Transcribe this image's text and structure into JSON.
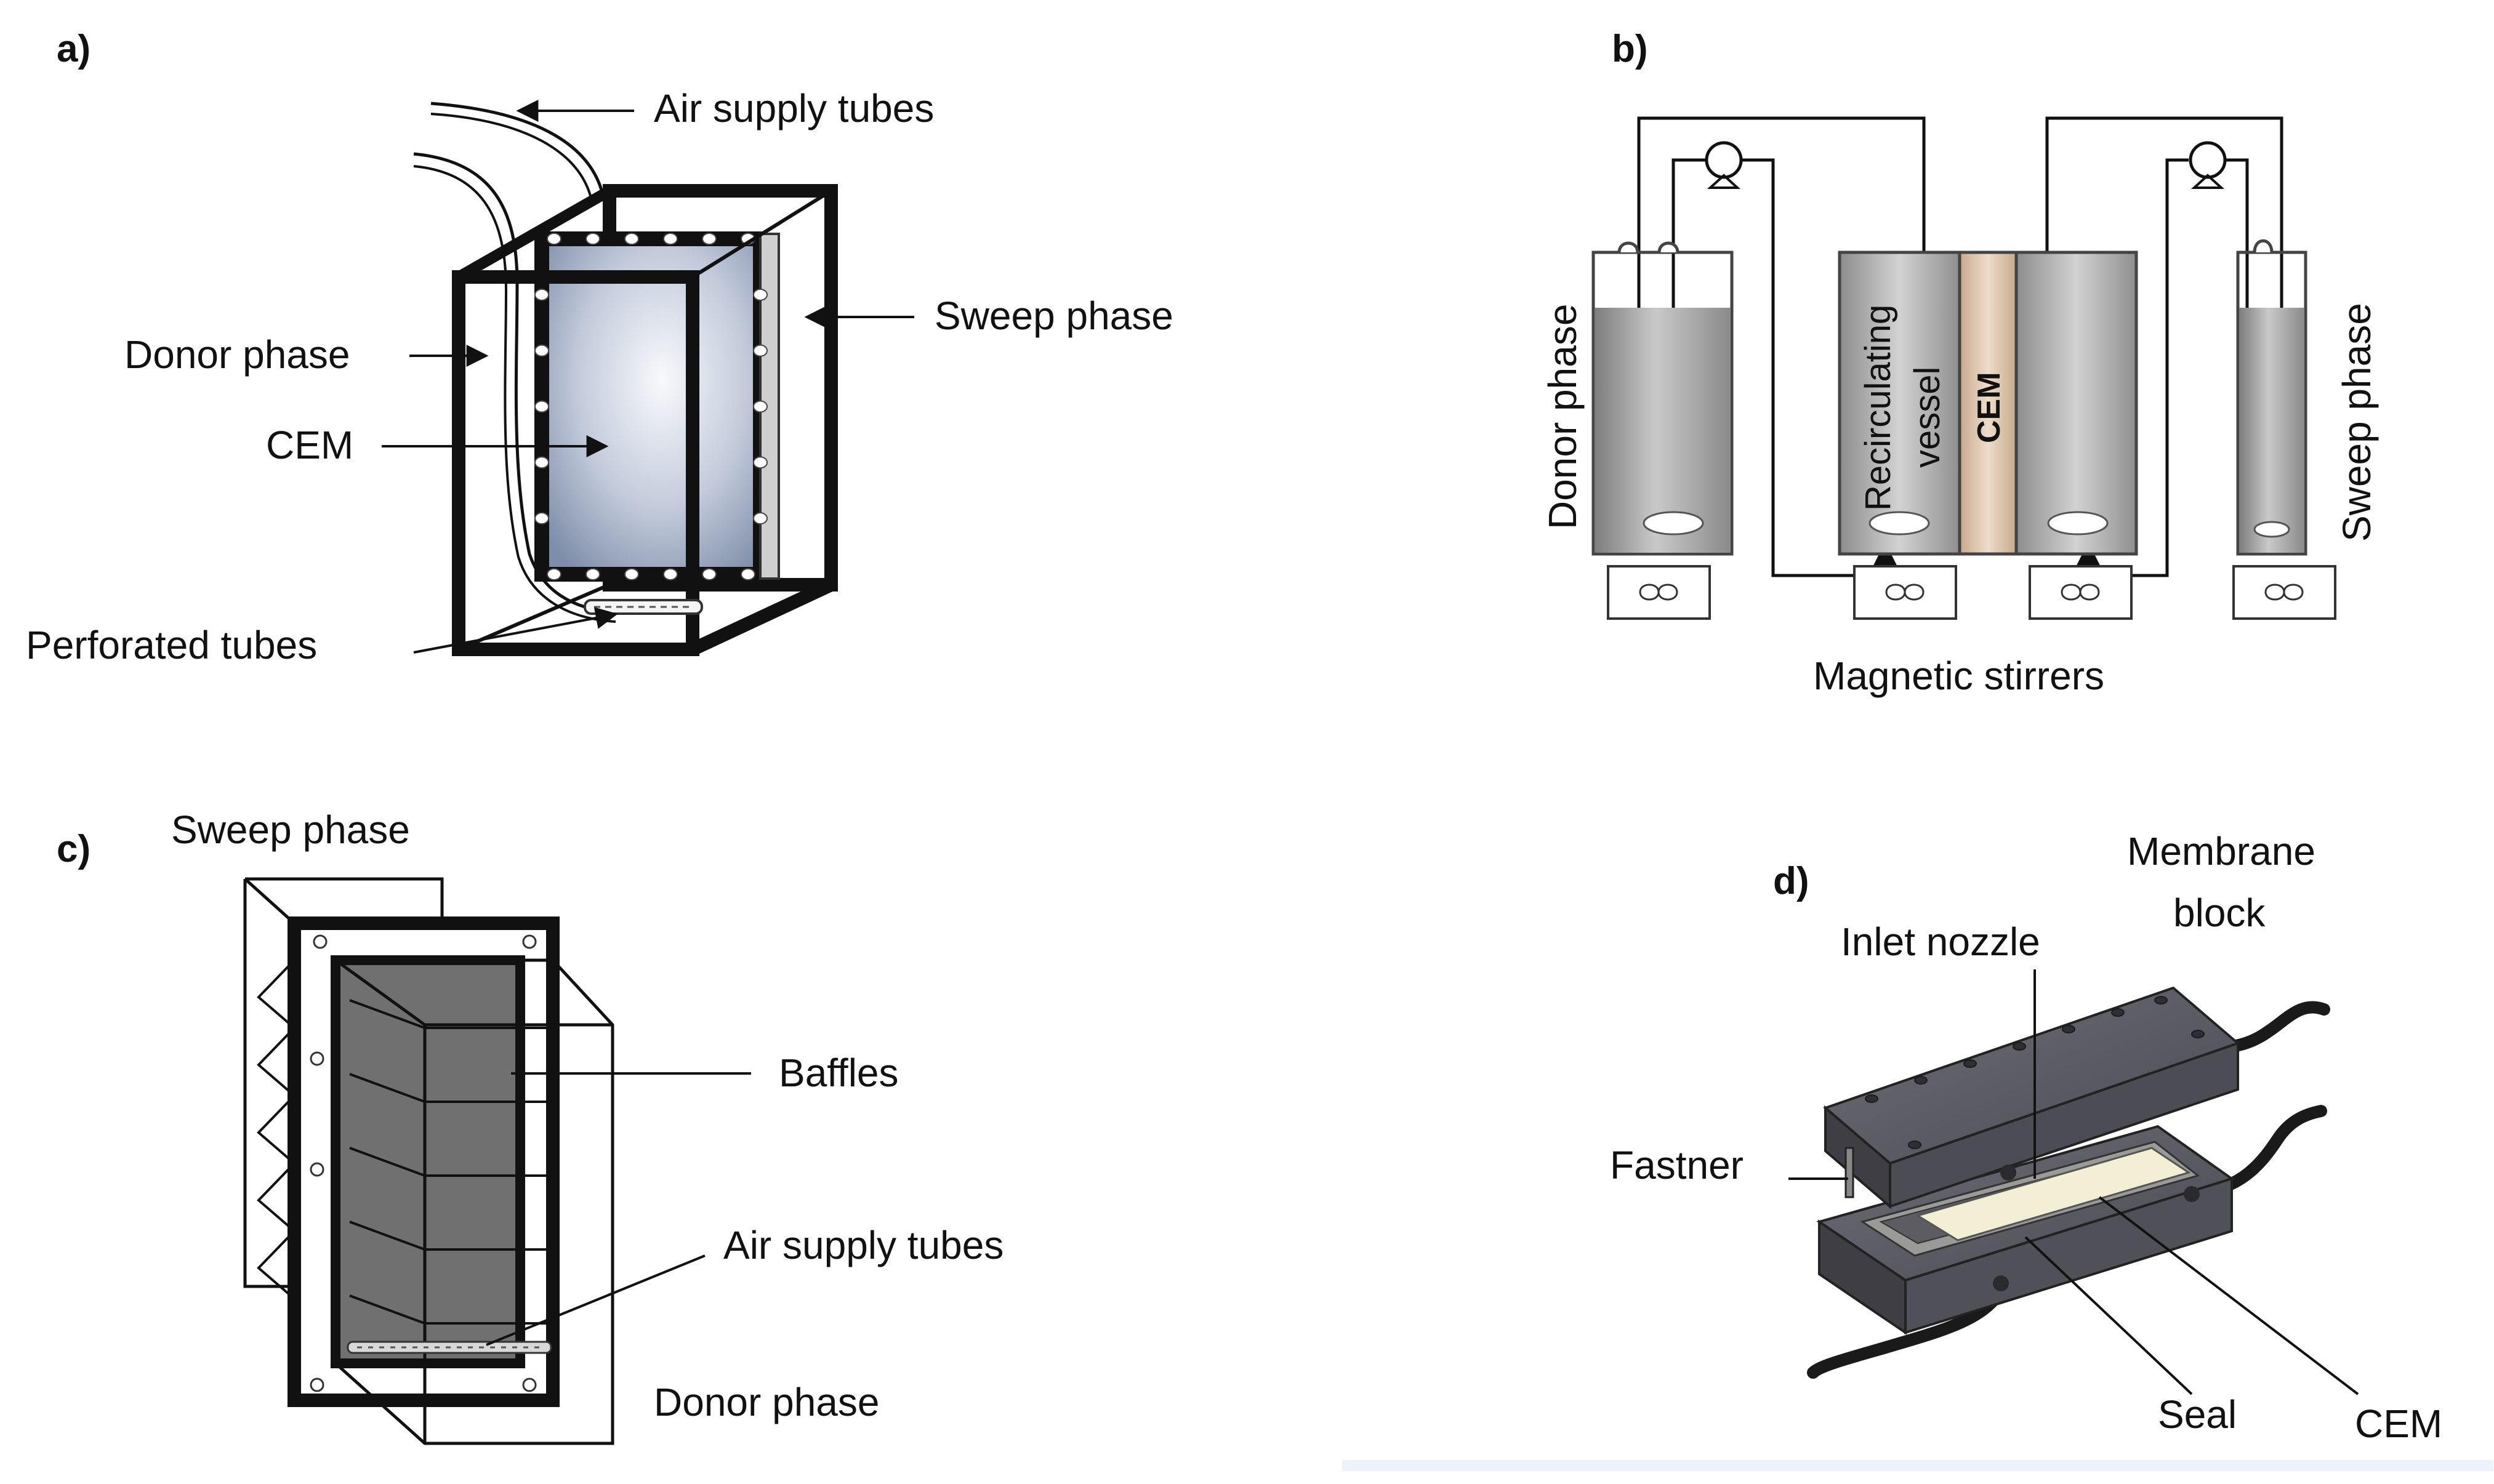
{
  "panels": {
    "a": {
      "tag": "a)",
      "labels": {
        "air_supply_tubes": "Air supply tubes",
        "sweep_phase": "Sweep phase",
        "donor_phase": "Donor phase",
        "cem": "CEM",
        "perforated_tubes": "Perforated tubes"
      }
    },
    "b": {
      "tag": "b)",
      "labels": {
        "donor_phase": "Donor phase",
        "recirculating": "Recirculating",
        "vessel": "vessel",
        "cem": "CEM",
        "sweep_phase": "Sweep phase",
        "magnetic_stirrers": "Magnetic stirrers"
      }
    },
    "c": {
      "tag": "c)",
      "labels": {
        "sweep_phase": "Sweep phase",
        "baffles": "Baffles",
        "air_supply_tubes": "Air supply tubes",
        "donor_phase": "Donor phase"
      }
    },
    "d": {
      "tag": "d)",
      "labels": {
        "membrane": "Membrane",
        "block": "block",
        "inlet_nozzle": "Inlet nozzle",
        "fastner": "Fastner",
        "seal": "Seal",
        "cem": "CEM"
      }
    }
  },
  "colors": {
    "cem_blue_center": "#f4f6fb",
    "cem_blue_edge": "#7e8ea9",
    "vessel_gray": "#a9a9a9",
    "cem_membrane_tan": "#e2cdb6",
    "baffle_panel_gray": "#6f6f6f",
    "block_gray": "#54545c",
    "cem_sheet_cream": "#f2efd4"
  },
  "icons": {
    "pump": "pump-icon",
    "stirrer": "stirrer-icon",
    "stir_bar": "stir-bar-icon"
  }
}
